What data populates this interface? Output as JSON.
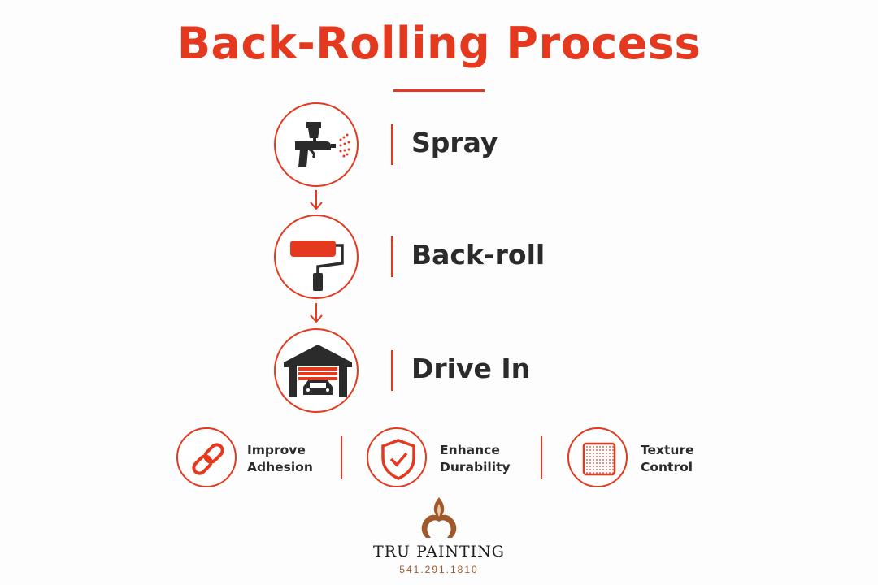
{
  "title": "Back-Rolling Process",
  "colors": {
    "accent": "#e5391f",
    "text": "#2b2b2b",
    "brand_brown": "#a0582a"
  },
  "steps": [
    {
      "label": "Spray",
      "icon": "spray-gun-icon"
    },
    {
      "label": "Back-roll",
      "icon": "paint-roller-icon"
    },
    {
      "label": "Drive In",
      "icon": "garage-car-icon"
    }
  ],
  "benefits": [
    {
      "line1": "Improve",
      "line2": "Adhesion",
      "icon": "chain-link-icon"
    },
    {
      "line1": "Enhance",
      "line2": "Durability",
      "icon": "shield-check-icon"
    },
    {
      "line1": "Texture",
      "line2": "Control",
      "icon": "texture-square-icon"
    }
  ],
  "brand": {
    "name": "TRU PAINTING",
    "phone": "541.291.1810"
  }
}
